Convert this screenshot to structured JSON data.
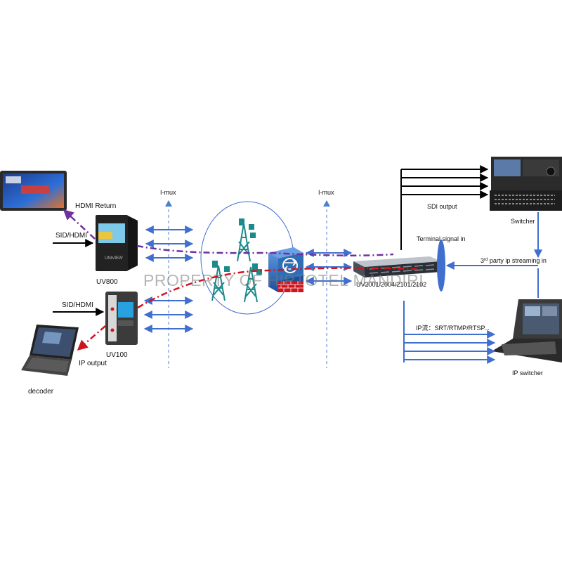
{
  "diagram": {
    "watermark": "PROPERTY OF HIPTOTEL MANDIRI",
    "labels": {
      "hdmi_return": "HDMI Return",
      "sid_hdmi_top": "SID/HDMI",
      "uv800": "UV800",
      "sid_hdmi_bottom": "SID/HDMI",
      "uv100": "UV100",
      "ip_output": "IP output",
      "decoder": "decoder",
      "imux_left": "I-mux",
      "imux_right": "I-mux",
      "sdi_output": "SDI output",
      "switcher": "Switcher",
      "terminal_signal_in": "Terminal signal in",
      "third_party_sup": "rd",
      "third_party_num": "3",
      "third_party_rest": " party ip streaming in",
      "uv2001": "UV2001/2004/2101/2102",
      "ip_stream": "IP流：SRT/RTMP/RTSP...",
      "ip_switcher": "IP switcher"
    },
    "device_brand": "UNIVIEW",
    "colors": {
      "arrow_blue": "#3f6fcf",
      "imux_dash": "#4a7fd4",
      "purple_link": "#7030a0",
      "red_link": "#d0141e",
      "router_blue": "#2f6db5",
      "tower_teal": "#1b8a8a"
    }
  }
}
